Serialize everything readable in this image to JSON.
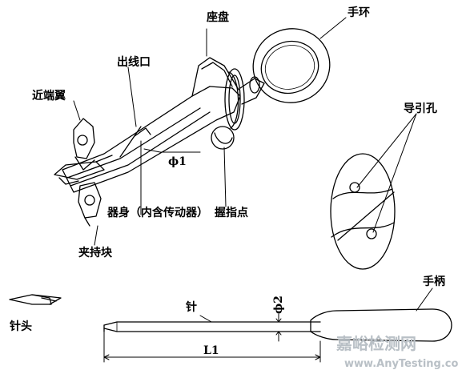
{
  "labels": {
    "seat": "座盘",
    "hand_ring": "手环",
    "wire_exit": "出线口",
    "proximal_wing": "近端翼",
    "guide_hole": "导引孔",
    "phi1": "ϕ1",
    "body": "器身（内含传动器）",
    "grip_point": "握指点",
    "clamp_block": "夹持块",
    "needle": "针",
    "handle": "手柄",
    "needle_tip": "针头",
    "phi2": "ϕ2",
    "length": "L1"
  },
  "watermark": {
    "cn": "嘉峪检测网",
    "url": "www.AnyTesting.com"
  }
}
